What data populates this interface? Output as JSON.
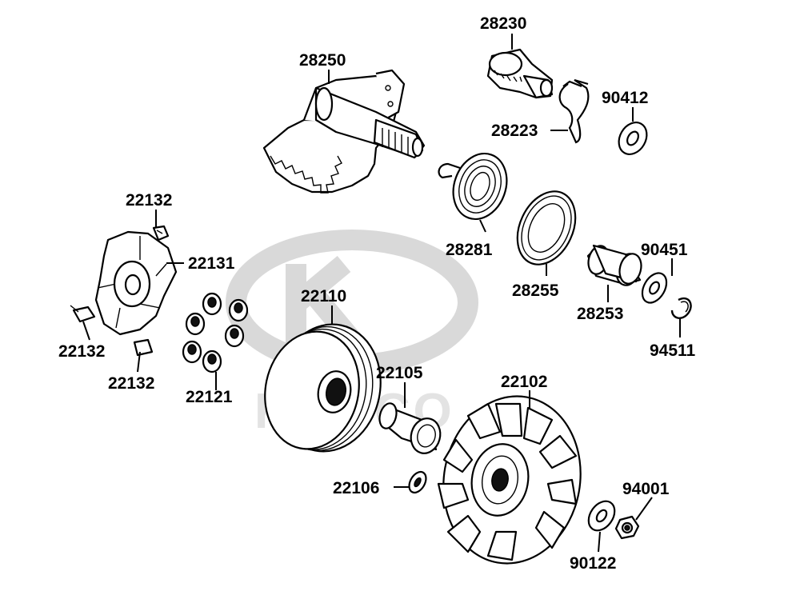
{
  "watermark": {
    "brand": "KYMCO"
  },
  "callouts": {
    "p28230": "28230",
    "p28250": "28250",
    "p90412": "90412",
    "p28223": "28223",
    "p22132a": "22132",
    "p22131": "22131",
    "p28281": "28281",
    "p28255": "28255",
    "p90451": "90451",
    "p22110": "22110",
    "p28253": "28253",
    "p22132b": "22132",
    "p94511": "94511",
    "p22132c": "22132",
    "p22105": "22105",
    "p22102": "22102",
    "p22121": "22121",
    "p22106": "22106",
    "p94001": "94001",
    "p90122": "90122"
  }
}
